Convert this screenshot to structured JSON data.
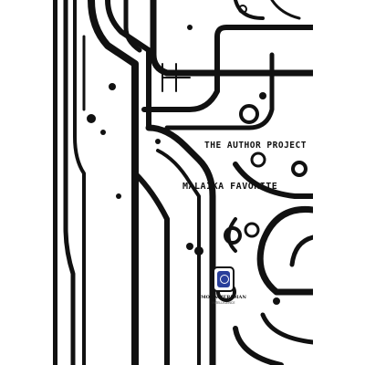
{
  "cover": {
    "series_title": "THE AUTHOR PROJECT",
    "author": "MALAIKA FAVORITE"
  },
  "publisher": {
    "name": "MOONMERIDIAN",
    "subtitle": "INTELLIGENCE",
    "logo_color": "#2a3f9a"
  },
  "colors": {
    "ink": "#111111",
    "paper": "#ffffff"
  }
}
